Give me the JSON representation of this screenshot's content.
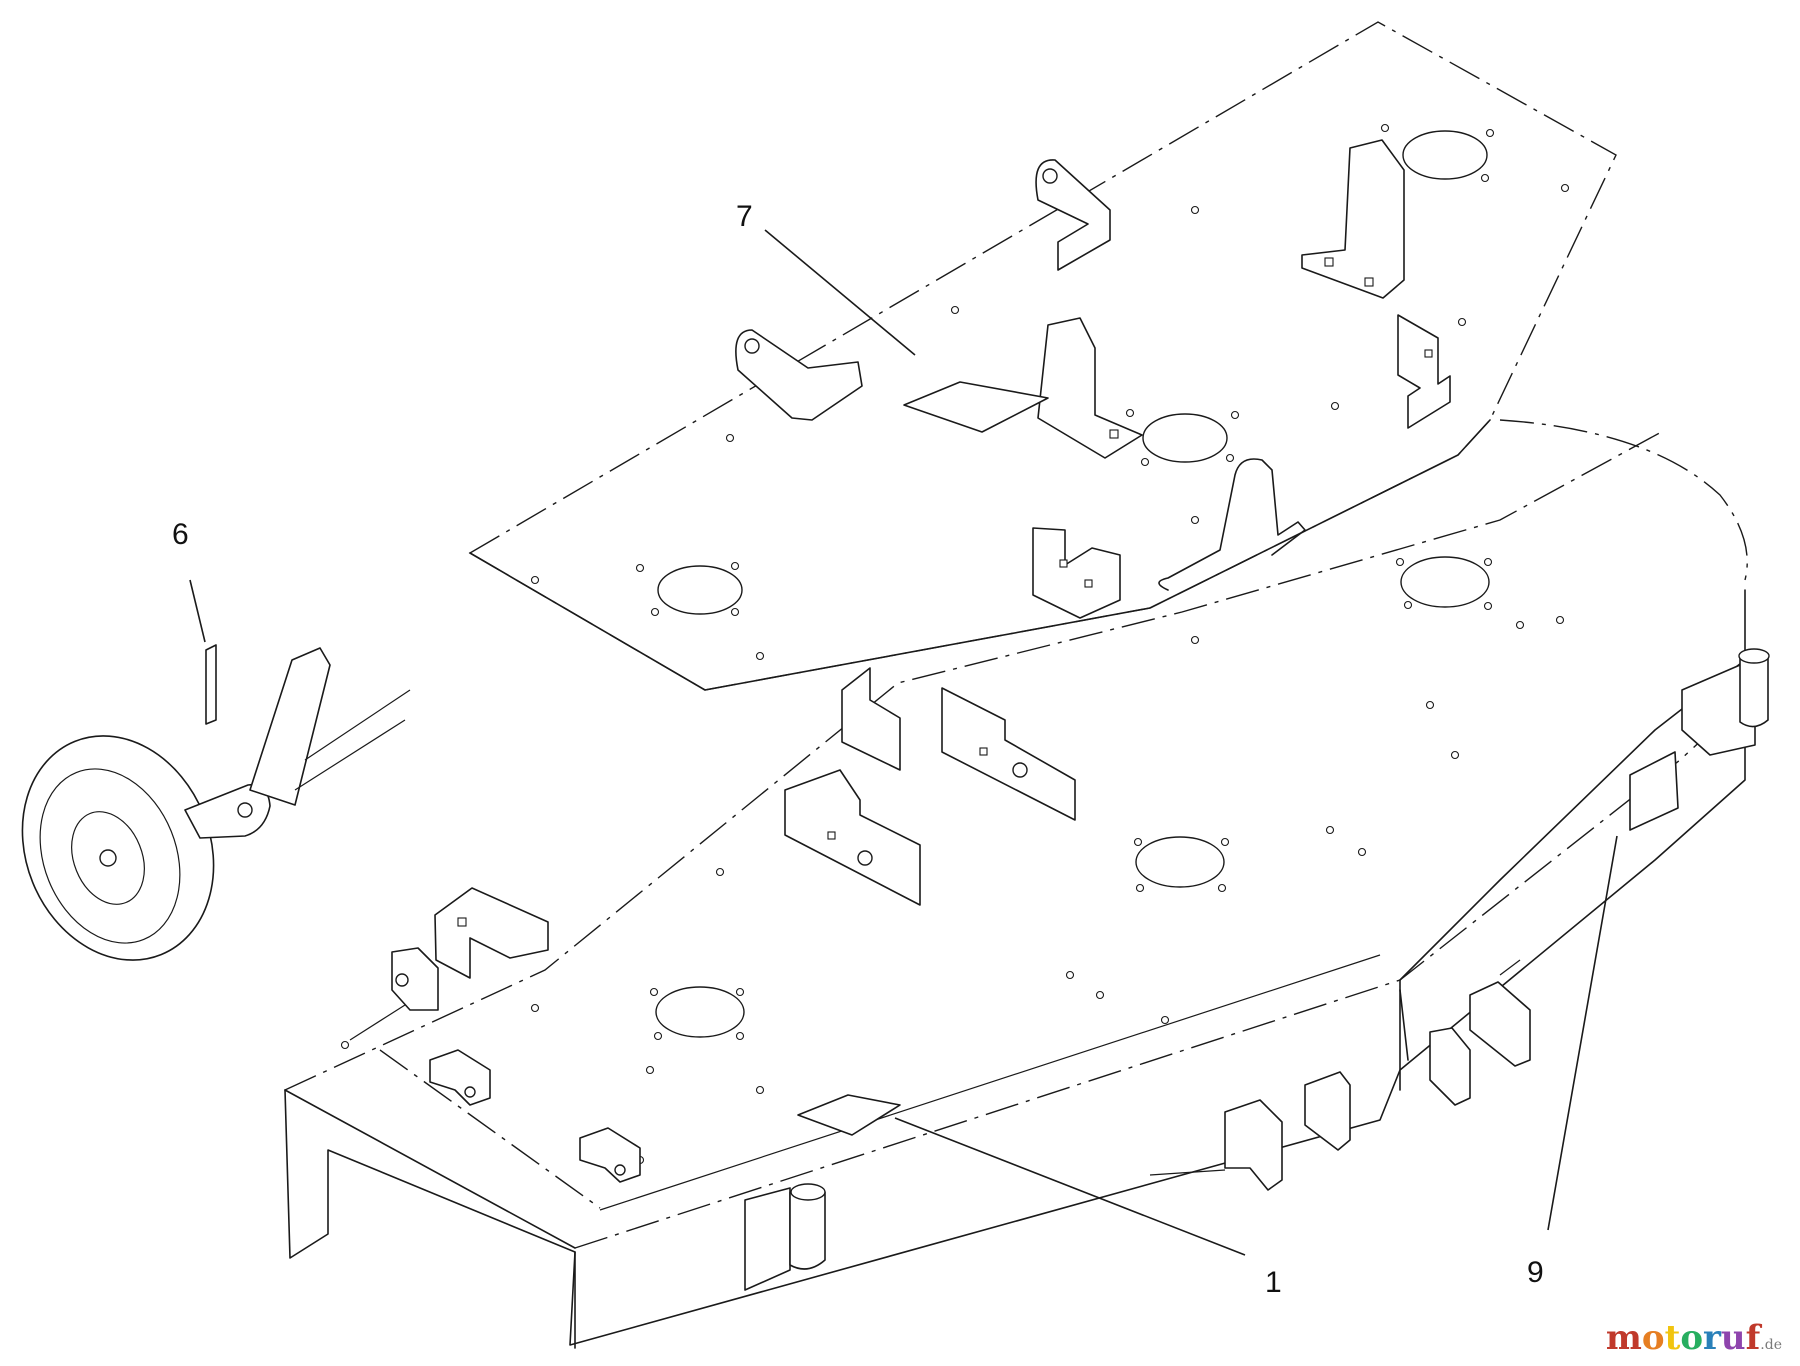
{
  "diagram": {
    "callouts": {
      "c1": "1",
      "c6": "6",
      "c7": "7",
      "c9": "9"
    }
  },
  "watermark": {
    "main": "motoruf",
    "tld": ".de",
    "colors": [
      "#c0392b",
      "#e67e22",
      "#f1c40f",
      "#27ae60",
      "#2980b9",
      "#8e44ad",
      "#c0392b"
    ]
  }
}
